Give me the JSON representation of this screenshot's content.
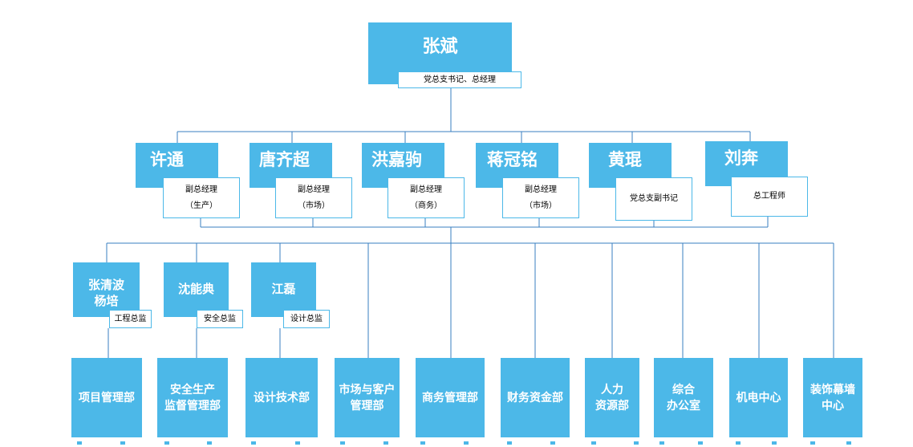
{
  "top": {
    "name": "张斌",
    "title": "党总支书记、总经理"
  },
  "vps": [
    {
      "name": "许通",
      "title_lines": [
        "副总经理",
        "（生产）"
      ]
    },
    {
      "name": "唐齐超",
      "title_lines": [
        "副总经理",
        "（市场）"
      ]
    },
    {
      "name": "洪嘉驹",
      "title_lines": [
        "副总经理",
        "（商务）"
      ]
    },
    {
      "name": "蒋冠铭",
      "title_lines": [
        "副总经理",
        "（市场）"
      ]
    },
    {
      "name": "黄琨",
      "title_lines": [
        "党总支副书记"
      ]
    },
    {
      "name": "刘奔",
      "title_lines": [
        "总工程师"
      ]
    }
  ],
  "directors": [
    {
      "name_lines": [
        "张清波",
        "杨培"
      ],
      "title": "工程总监"
    },
    {
      "name_lines": [
        "沈能典"
      ],
      "title": "安全总监"
    },
    {
      "name_lines": [
        "江磊"
      ],
      "title": "设计总监"
    }
  ],
  "departments": [
    {
      "name_lines": [
        "项目管理部"
      ]
    },
    {
      "name_lines": [
        "安全生产",
        "监督管理部"
      ]
    },
    {
      "name_lines": [
        "设计技术部"
      ]
    },
    {
      "name_lines": [
        "市场与客户",
        "管理部"
      ]
    },
    {
      "name_lines": [
        "商务管理部"
      ]
    },
    {
      "name_lines": [
        "财务资金部"
      ]
    },
    {
      "name_lines": [
        "人力",
        "资源部"
      ]
    },
    {
      "name_lines": [
        "综合",
        "办公室"
      ]
    },
    {
      "name_lines": [
        "机电中心"
      ]
    },
    {
      "name_lines": [
        "装饰幕墙",
        "中心"
      ]
    }
  ],
  "colors": {
    "box": "#4cb8e8",
    "line": "#3a7fc1"
  }
}
